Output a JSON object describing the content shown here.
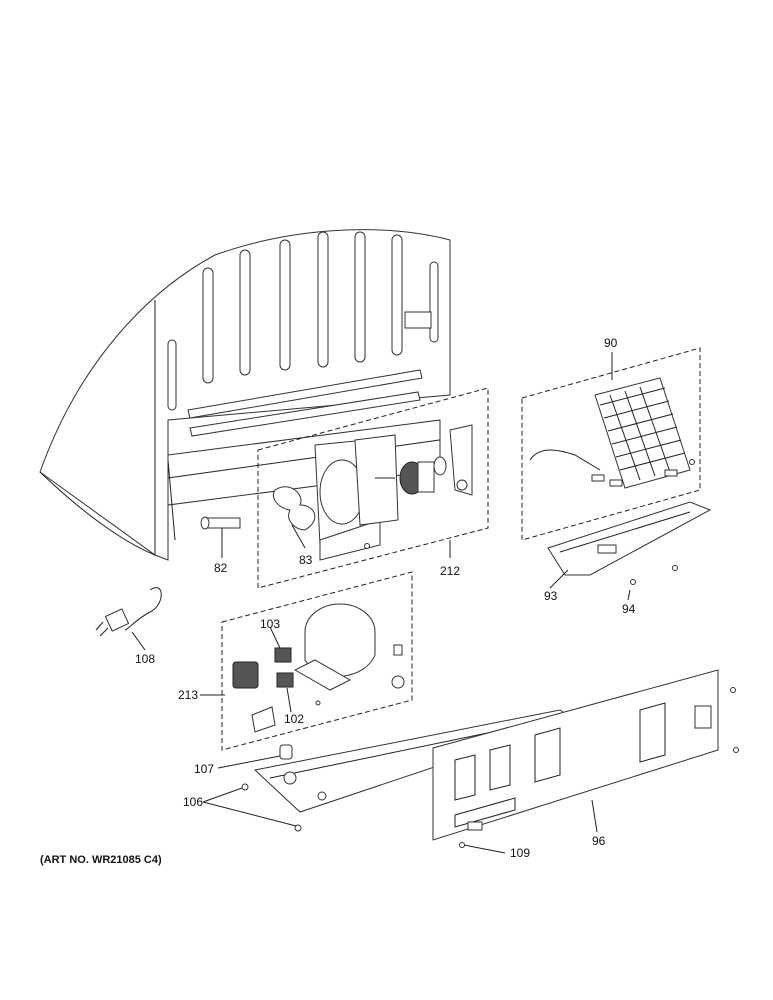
{
  "diagram": {
    "art_number": "(ART NO. WR21085 C4)",
    "callouts": {
      "c82": "82",
      "c83": "83",
      "c212": "212",
      "c90": "90",
      "c93": "93",
      "c94": "94",
      "c108": "108",
      "c103": "103",
      "c102": "102",
      "c213": "213",
      "c107": "107",
      "c106": "106",
      "c96": "96",
      "c109": "109"
    }
  }
}
